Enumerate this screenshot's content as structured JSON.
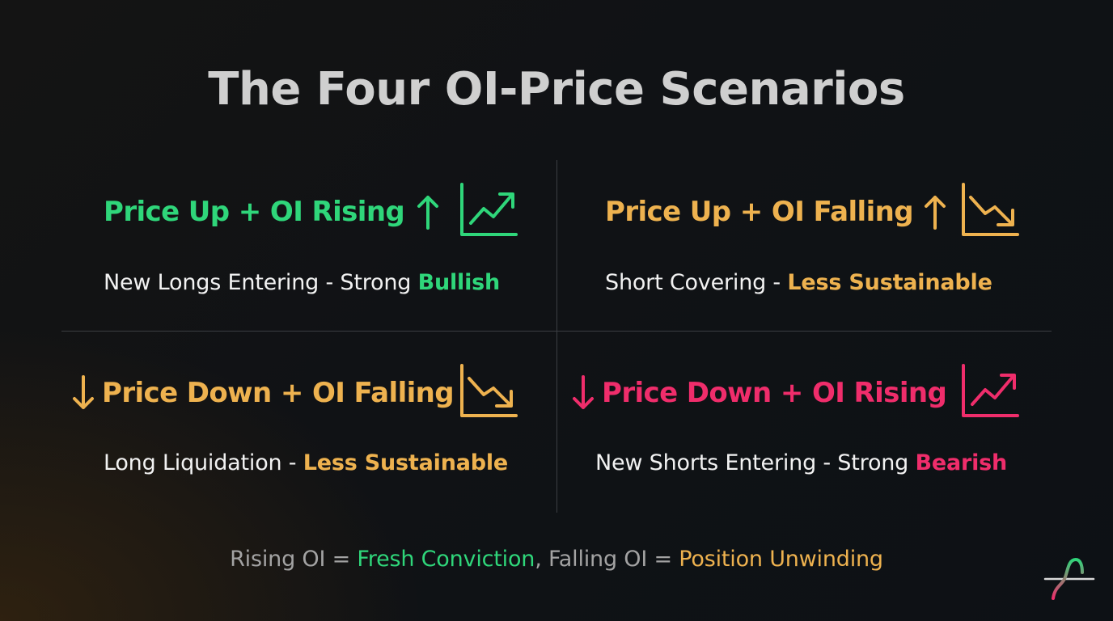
{
  "title": "The Four OI-Price Scenarios",
  "colors": {
    "green": "#2fd67a",
    "amber": "#eeb24f",
    "pink": "#ef2d6b",
    "gray": "#a3a3a3"
  },
  "quadrants": [
    {
      "heading": "Price Up + OI Rising",
      "arrow": "up-arrow-icon",
      "chart_icon": "trend-up-chart-icon",
      "color": "#2fd67a",
      "description": "New Longs Entering - Strong ",
      "emphasis": "Bullish"
    },
    {
      "heading": "Price Up + OI Falling",
      "arrow": "up-arrow-icon",
      "chart_icon": "trend-down-chart-icon",
      "color": "#eeb24f",
      "description": "Short Covering - ",
      "emphasis": "Less Sustainable"
    },
    {
      "heading": "Price Down + OI Falling",
      "arrow": "down-arrow-icon",
      "chart_icon": "trend-down-chart-icon",
      "color": "#eeb24f",
      "description": "Long Liquidation - ",
      "emphasis": "Less Sustainable"
    },
    {
      "heading": "Price Down + OI Rising",
      "arrow": "down-arrow-icon",
      "chart_icon": "trend-up-chart-icon",
      "color": "#ef2d6b",
      "description": "New Shorts Entering - Strong ",
      "emphasis": "Bearish"
    }
  ],
  "footer": {
    "part1": "Rising OI = ",
    "part2": "Fresh Conviction",
    "part3": ", Falling OI = ",
    "part4": "Position Unwinding"
  },
  "logo": "brand-logo-icon"
}
